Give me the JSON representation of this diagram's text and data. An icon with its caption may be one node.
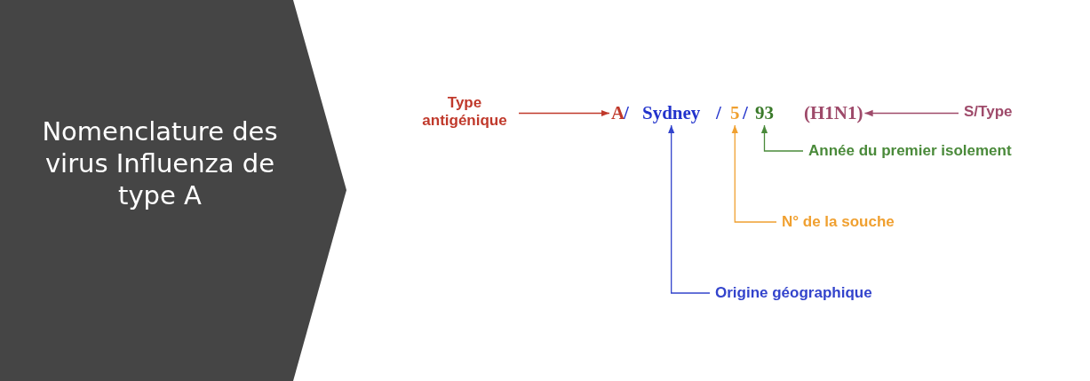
{
  "diagram": {
    "nodes": [
      {
        "text": [
          "Nomenclature des virus Influenza de type A"
        ]
      },
      {
        "text": [
          "Type antigénique"
        ]
      },
      {
        "text": [
          "A"
        ]
      },
      {
        "text": [
          "Sydney"
        ]
      },
      {
        "text": [
          "5"
        ]
      },
      {
        "text": [
          "93"
        ]
      },
      {
        "text": [
          "(H1N1)"
        ]
      },
      {
        "text": [
          "S/Type"
        ]
      },
      {
        "text": [
          "Année du premier isolement"
        ]
      },
      {
        "text": [
          "N° de la souche"
        ]
      },
      {
        "text": [
          "Origine géographique"
        ]
      }
    ],
    "edges": [
      {
        "from": 1,
        "to": 2,
        "arrow": "to",
        "color": "#c0392b"
      },
      {
        "from": 7,
        "to": 6,
        "arrow": "to",
        "color": "#9e4a6a"
      },
      {
        "from": 8,
        "to": 5,
        "arrow": "to",
        "color": "#4a8a3a"
      },
      {
        "from": 9,
        "to": 4,
        "arrow": "to",
        "color": "#f0a030"
      },
      {
        "from": 10,
        "to": 3,
        "arrow": "to",
        "color": "#3344cc"
      }
    ],
    "labels": [
      "/",
      "/",
      "/"
    ]
  }
}
